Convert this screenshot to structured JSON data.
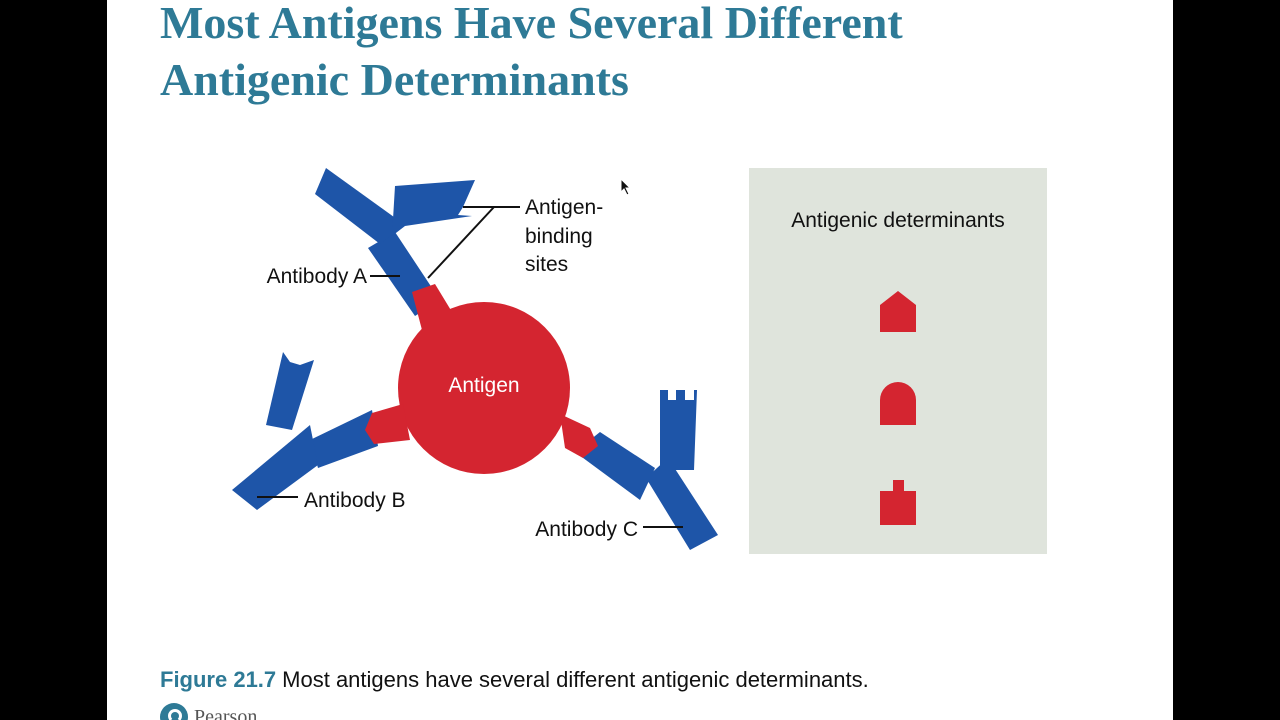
{
  "slide": {
    "title_line1": "Most Antigens Have Several Different",
    "title_line2": "Antigenic Determinants"
  },
  "diagram": {
    "labels": {
      "antigen": "Antigen",
      "antibody_a": "Antibody A",
      "antibody_b": "Antibody B",
      "antibody_c": "Antibody C",
      "binding_sites_line1": "Antigen-",
      "binding_sites_line2": "binding",
      "binding_sites_line3": "sites"
    },
    "determinants_panel": {
      "heading": "Antigenic determinants",
      "shapes": [
        "pointed-determinant-icon",
        "rounded-determinant-icon",
        "stepped-determinant-icon"
      ]
    },
    "colors": {
      "antibody": "#1e55a8",
      "antigen": "#d42530",
      "panel": "#dfe4dc",
      "title": "#2e7a96"
    }
  },
  "caption": {
    "figure": "Figure 21.7",
    "text": "Most antigens have several different antigenic determinants."
  },
  "footer": {
    "brand": "Pearson"
  }
}
